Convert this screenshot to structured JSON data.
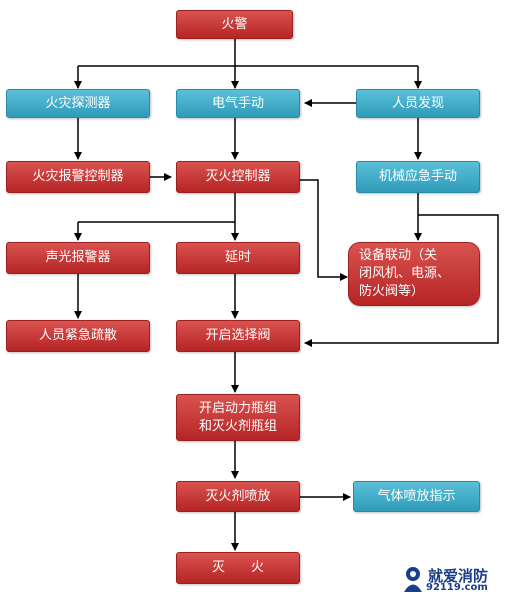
{
  "nodes": {
    "fire_alarm": "火警",
    "fire_detector": "火灾探测器",
    "electric_manual": "电气手动",
    "person_discovers": "人员发现",
    "fire_alarm_controller": "火灾报警控制器",
    "extinguish_controller": "灭火控制器",
    "mechanical_emergency": "机械应急手动",
    "sound_light_alarm": "声光报警器",
    "delay": "延时",
    "equipment_linkage": "设备联动（关\n闭风机、电源、\n防火阀等）",
    "evacuation": "人员紧急疏散",
    "open_selector_valve": "开启选择阀",
    "open_bottle_groups": "开启动力瓶组\n和灭火剂瓶组",
    "agent_discharge": "灭火剂喷放",
    "gas_discharge_indicator": "气体喷放指示",
    "extinguish": "灭　　火"
  },
  "watermark": {
    "name": "就爱消防",
    "site": "92119.com"
  },
  "colors": {
    "red": "#c0392b",
    "blue": "#3aa6c3",
    "line": "#000000"
  }
}
